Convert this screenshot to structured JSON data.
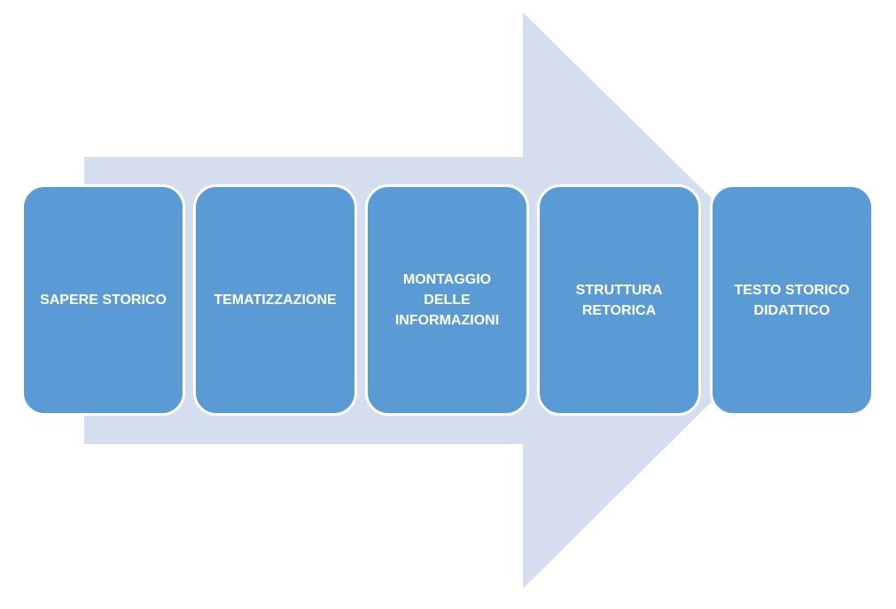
{
  "diagram": {
    "type": "process-arrow",
    "colors": {
      "arrow": "#d5deef",
      "box": "#5b9bd5",
      "box_border": "#ffffff",
      "text": "#ffffff"
    },
    "steps": [
      {
        "label": "SAPERE STORICO"
      },
      {
        "label": "TEMATIZZAZIONE"
      },
      {
        "label": "MONTAGGIO\nDELLE\nINFORMAZIONI"
      },
      {
        "label": "STRUTTURA\nRETORICA"
      },
      {
        "label": "TESTO STORICO\nDIDATTICO"
      }
    ]
  }
}
